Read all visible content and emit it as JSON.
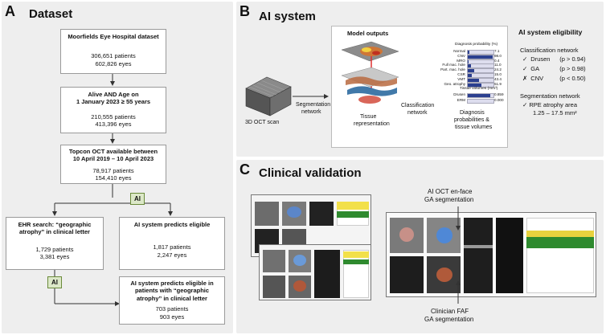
{
  "panel_a": {
    "label": "A",
    "title": "Dataset",
    "box1": {
      "title": "Moorfields Eye Hospital dataset",
      "l1": "306,651 patients",
      "l2": "602,826 eyes"
    },
    "box2": {
      "title_l1": "Alive AND Age on",
      "title_l2": "1 January 2023 ≥ 55 years",
      "l1": "210,555 patients",
      "l2": "413,396 eyes"
    },
    "box3": {
      "title_l1": "Topcon OCT available between",
      "title_l2": "10 April 2019 – 10 April 2023",
      "l1": "78,917 patients",
      "l2": "154,410 eyes"
    },
    "ai_badge_1": "AI",
    "box4": {
      "title_l1": "EHR search: “geographic",
      "title_l2": "atrophy” in clinical letter",
      "l1": "1,729 patients",
      "l2": "3,381 eyes"
    },
    "box5": {
      "title": "AI system predicts eligible",
      "l1": "1,817 patients",
      "l2": "2,247 eyes"
    },
    "ai_badge_2": "AI",
    "box6": {
      "title_l1": "AI system predicts eligible in",
      "title_l2": "patients with “geographic",
      "title_l3": "atrophy” in clinical letter",
      "l1": "703 patients",
      "l2": "903 eyes"
    }
  },
  "panel_b": {
    "label": "B",
    "title": "AI system",
    "oct_label": "3D OCT scan",
    "seg_net": [
      "Segmentation",
      "network"
    ],
    "model_outputs": "Model outputs",
    "tissue_rep": [
      "Tissue",
      "representation"
    ],
    "class_net": [
      "Classification",
      "network"
    ],
    "diag_header": "Diagnosis probability (%)",
    "diag_rows": [
      {
        "name": "Normal",
        "value": "7.1",
        "frac": 0.07
      },
      {
        "name": "CNV",
        "value": "98.0",
        "frac": 0.98
      },
      {
        "name": "MRO",
        "value": "0.4",
        "frac": 0.01
      },
      {
        "name": "Full mac. hole",
        "value": "11.0",
        "frac": 0.11
      },
      {
        "name": "Part. mac. hole",
        "value": "24.2",
        "frac": 0.24
      },
      {
        "name": "CSR",
        "value": "15.0",
        "frac": 0.15
      },
      {
        "name": "VMT",
        "value": "43.4",
        "frac": 0.43
      },
      {
        "name": "Geo. atrophy",
        "value": "51.9",
        "frac": 0.52
      }
    ],
    "tissue_header": "Tissue volumes (mm³)",
    "tissue_rows": [
      {
        "name": "Drusen",
        "value": "0.859",
        "frac": 0.86
      },
      {
        "name": "ERM",
        "value": "0.000",
        "frac": 0.0
      }
    ],
    "diag_caption": [
      "Diagnosis",
      "probabilities &",
      "tissue volumes"
    ],
    "eligibility": {
      "title": "AI system eligibility",
      "class_net": "Classification network",
      "items": [
        {
          "mark": "✓",
          "name": "Drusen",
          "cond": "(p > 0.94)"
        },
        {
          "mark": "✓",
          "name": "GA",
          "cond": "(p > 0.98)"
        },
        {
          "mark": "✗",
          "name": "CNV",
          "cond": "(p < 0.50)"
        }
      ],
      "seg_net": "Segmentation network",
      "rpe_mark": "✓",
      "rpe": "RPE atrophy area",
      "rpe_range": "1.25 – 17.5 mm²"
    }
  },
  "panel_c": {
    "label": "C",
    "title": "Clinical validation",
    "ai_oct_label": [
      "AI OCT en-face",
      "GA segmentation"
    ],
    "clin_faf_label": [
      "Clinician FAF",
      "GA segmentation"
    ]
  },
  "colors": {
    "ai_badge": "#dce8c8",
    "bar": "#2b3f8f",
    "panel_bg": "#eeeeee"
  }
}
